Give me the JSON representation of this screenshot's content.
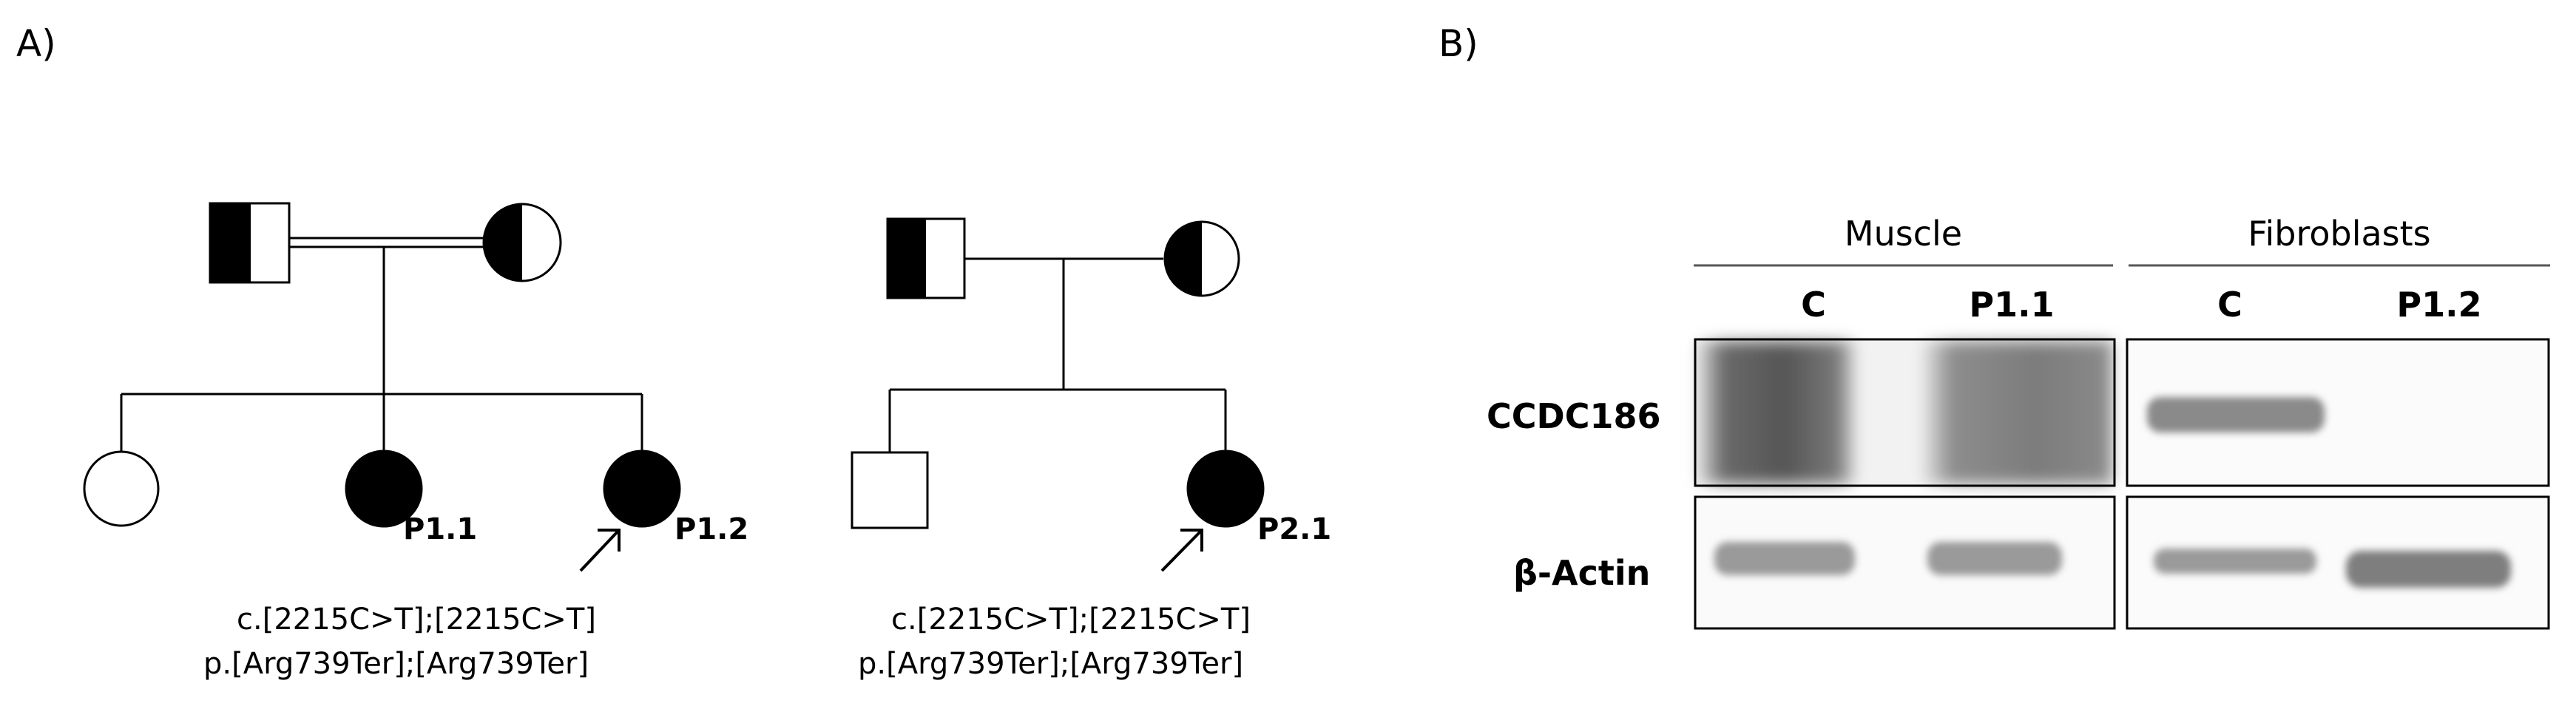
{
  "panels": {
    "a": "A)",
    "b": "B)"
  },
  "pedigree1": {
    "individuals": {
      "p11": "P1.1",
      "p12": "P1.2"
    },
    "variant": {
      "cdna": "c.[2215C>T];[2215C>T]",
      "protein": "p.[Arg739Ter];[Arg739Ter]"
    }
  },
  "pedigree2": {
    "individuals": {
      "p21": "P2.1"
    },
    "variant": {
      "cdna": "c.[2215C>T];[2215C>T]",
      "protein": "p.[Arg739Ter];[Arg739Ter]"
    }
  },
  "blot": {
    "groups": {
      "muscle": "Muscle",
      "fibroblasts": "Fibroblasts"
    },
    "lanes": {
      "muscle_c": "C",
      "muscle_p": "P1.1",
      "fibro_c": "C",
      "fibro_p": "P1.2"
    },
    "rows": {
      "ccdc186": "CCDC186",
      "actin": "β-Actin"
    }
  }
}
